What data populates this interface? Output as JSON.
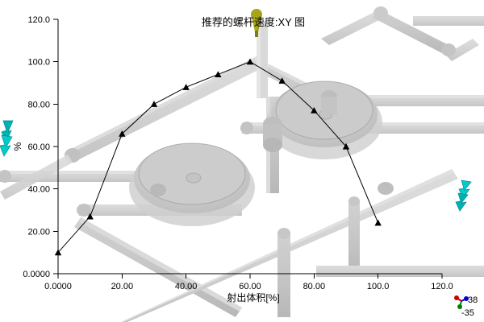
{
  "chart_data": {
    "type": "line",
    "title": "推荐的螺杆速度:XY 图",
    "xlabel": "射出体积[%]",
    "ylabel": "%",
    "x": [
      0,
      10,
      20,
      30,
      40,
      50,
      60,
      70,
      80,
      90,
      100
    ],
    "values": [
      10,
      27,
      66,
      80,
      88,
      94,
      100,
      91,
      77,
      60,
      24
    ],
    "xlim": [
      0,
      120
    ],
    "ylim": [
      0,
      120
    ],
    "xticks": [
      "0.0000",
      "20.00",
      "40.00",
      "60.00",
      "80.00",
      "100.0",
      "120.0"
    ],
    "xtick_values": [
      0,
      20,
      40,
      60,
      80,
      100,
      120
    ],
    "yticks": [
      "0.0000",
      "20.00",
      "40.00",
      "60.00",
      "80.00",
      "100.0",
      "120.0"
    ],
    "ytick_values": [
      0,
      20,
      40,
      60,
      80,
      100,
      120
    ],
    "grid": false,
    "legend": null,
    "marker": "triangle",
    "line_color": "#000000",
    "marker_color": "#000000"
  },
  "overlay": {
    "model_name": "injection-mold-runner-model",
    "model_color": "#c8c8c8",
    "injection_marker_name": "injection-location-marker",
    "injection_marker_color": "#9a9a16",
    "flow_arrow_color": "#00b2b2",
    "flow_arrows_left_count": 2,
    "flow_arrows_right_count": 2
  },
  "axis_triad": {
    "label_x": "38",
    "label_y": "-35",
    "color_x": "#cc0000",
    "color_y": "#0000cc",
    "color_z": "#008000"
  }
}
